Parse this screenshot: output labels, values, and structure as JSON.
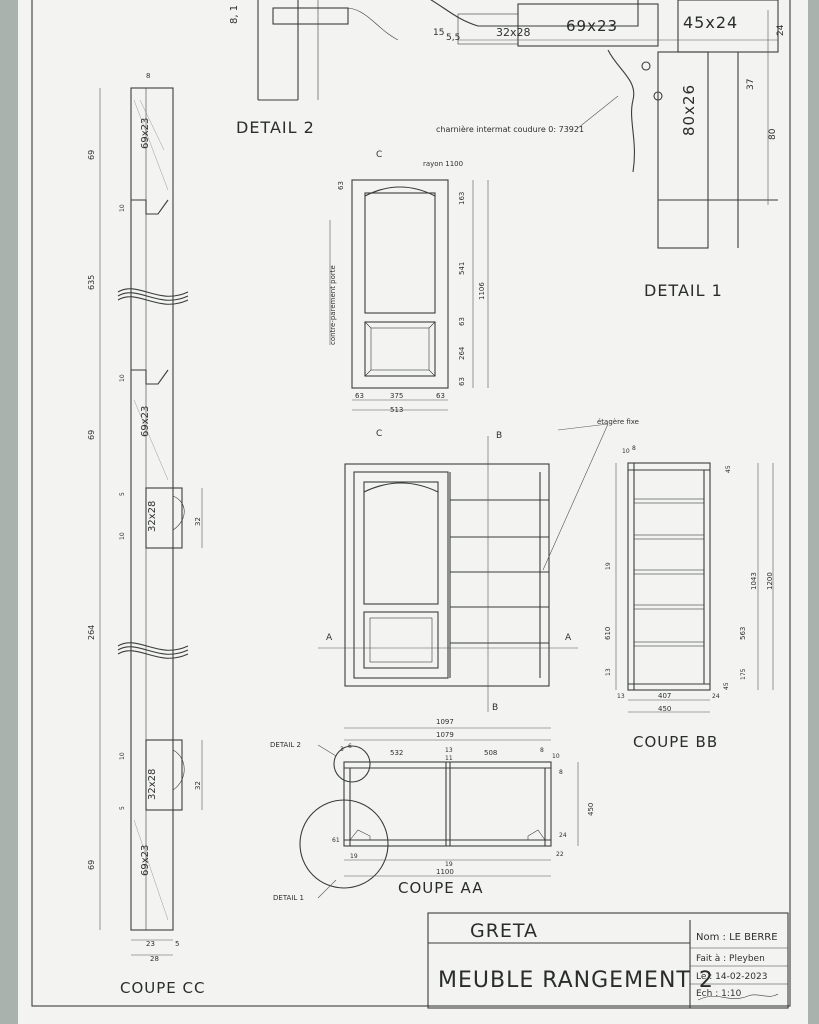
{
  "views": {
    "detail2": "DETAIL 2",
    "detail1": "DETAIL 1",
    "coupe_cc": "COUPE CC",
    "coupe_bb": "COUPE BB",
    "coupe_aa": "COUPE AA"
  },
  "notes": {
    "hinge": "charnière intermat coudure 0: 73921",
    "contre_parement": "contre-parement porte",
    "rayon": "rayon 1100",
    "etagere": "étagère fixe",
    "detail2_callout": "DETAIL 2",
    "detail1_callout": "DETAIL 1"
  },
  "section_marks": {
    "c": "C",
    "b": "B",
    "a": "A"
  },
  "detail_labels": {
    "d_69x23": "69x23",
    "d_32x28": "32x28",
    "d_45x24": "45x24",
    "d_80x26": "80x26",
    "d_15": "15",
    "d_5_5": "5,5",
    "d_24": "24",
    "d_37": "37",
    "d_80": "80",
    "d_8": "8"
  },
  "door_dims": {
    "d63a": "63",
    "d163": "163",
    "d541": "541",
    "d1106": "1106",
    "d63b": "63",
    "d264": "264",
    "d63c": "63",
    "w63a": "63",
    "w375": "375",
    "w63b": "63",
    "w513": "513"
  },
  "cc_dims": {
    "d8": "8",
    "d69": "69",
    "d635": "635",
    "d10a": "10",
    "d10b": "10",
    "d69b": "69",
    "d5a": "5",
    "d10c": "10",
    "d32a": "32",
    "d264": "264",
    "d10d": "10",
    "d5b": "5",
    "d32b": "32",
    "d69c": "69",
    "d23": "23",
    "d5c": "5",
    "d28": "28",
    "p1": "69x23",
    "p2": "69x23",
    "p3": "32x28",
    "p4": "32x28",
    "p5": "69x23"
  },
  "bb_dims": {
    "t10": "10",
    "t8": "8",
    "d45a": "45",
    "d19": "19",
    "d610": "610",
    "d13": "13",
    "d1043": "1043",
    "d1200": "1200",
    "d563": "563",
    "d175": "175",
    "d45b": "45",
    "b13": "13",
    "b407": "407",
    "b24": "24",
    "b450": "450"
  },
  "aa_dims": {
    "t1097": "1097",
    "t1079": "1079",
    "s3": "3",
    "s6": "6",
    "w532": "532",
    "w13": "13",
    "w11": "11",
    "w508": "508",
    "s8": "8",
    "s10": "10",
    "h450": "450",
    "h8": "8",
    "h24": "24",
    "h22": "22",
    "b61": "61",
    "b19": "19",
    "b1100": "1100",
    "b19b": "19"
  },
  "title_block": {
    "school": "GRETA",
    "project": "MEUBLE RANGEMENT 2",
    "nom": "Nom : LE BERRE",
    "fait": "Fait à : Pleyben",
    "date": "Le : 14-02-2023",
    "echelle": "Ech : 1:10"
  }
}
